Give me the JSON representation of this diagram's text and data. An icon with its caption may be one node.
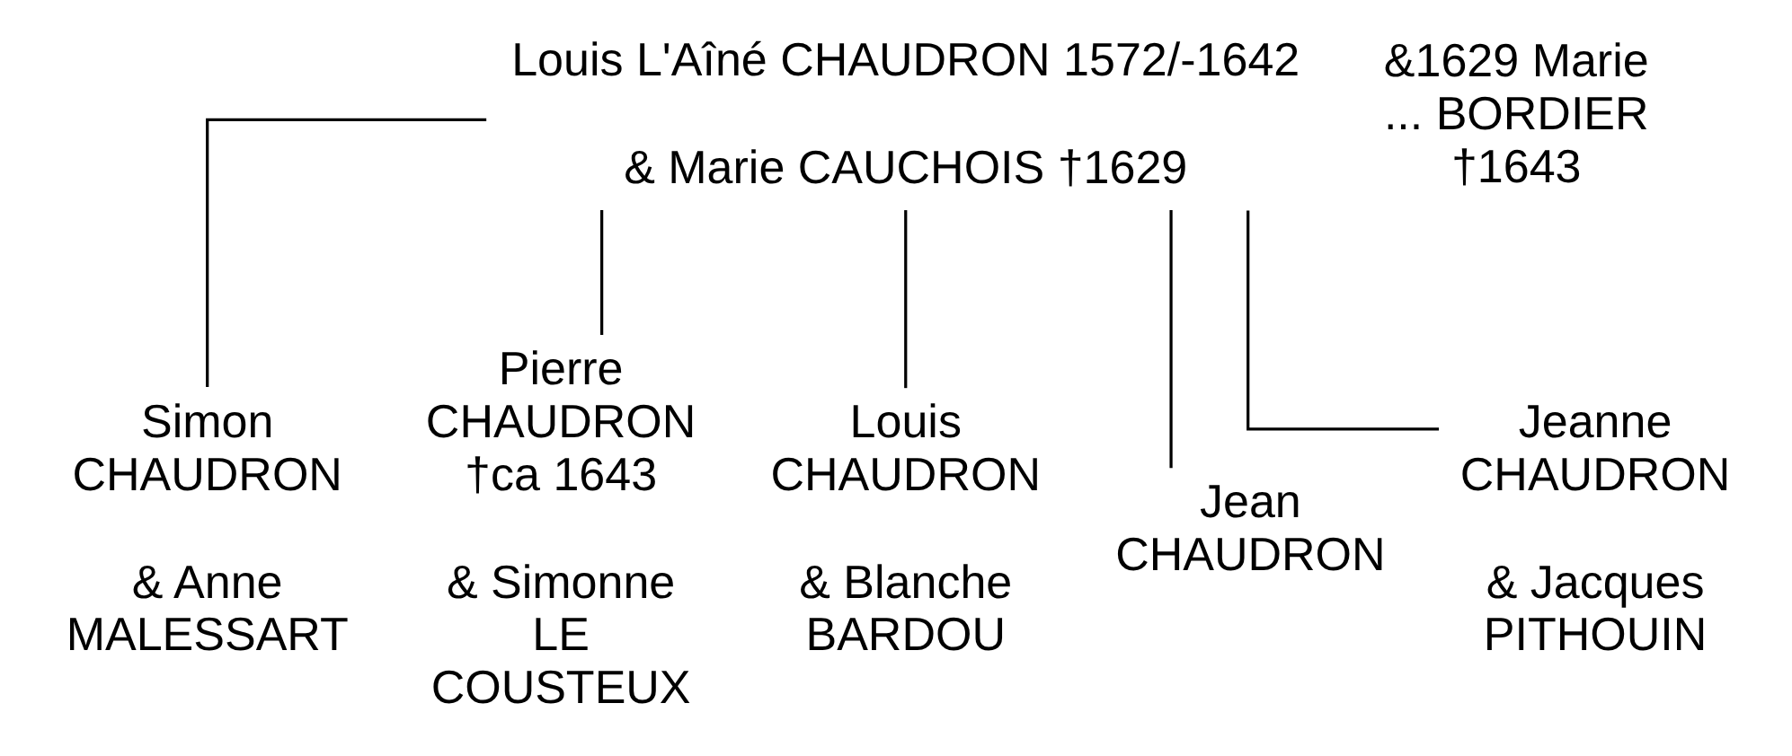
{
  "diagram": {
    "nodes": [
      {
        "text": [
          "Louis L'Aîné CHAUDRON 1572/-1642",
          "& Marie CAUCHOIS †1629"
        ]
      },
      {
        "text": [
          "Simon CHAUDRON",
          "& Anne MALESSART"
        ]
      },
      {
        "text": [
          "Pierre CHAUDRON †ca 1643",
          "& Simonne LE COUSTEUX"
        ]
      },
      {
        "text": [
          "Louis CHAUDRON",
          "& Blanche BARDOU"
        ]
      },
      {
        "text": [
          "Jean CHAUDRON"
        ]
      },
      {
        "text": [
          "Jeanne CHAUDRON",
          "& Jacques PITHOUIN"
        ]
      }
    ],
    "edges": [
      {
        "from": 0,
        "to": 1,
        "arrow": "none"
      },
      {
        "from": 0,
        "to": 2,
        "arrow": "none"
      },
      {
        "from": 0,
        "to": 3,
        "arrow": "none"
      },
      {
        "from": 0,
        "to": 4,
        "arrow": "none"
      },
      {
        "from": 0,
        "to": 5,
        "arrow": "none"
      }
    ],
    "labels": [
      "&1629 Marie ... BORDIER †1643"
    ]
  }
}
